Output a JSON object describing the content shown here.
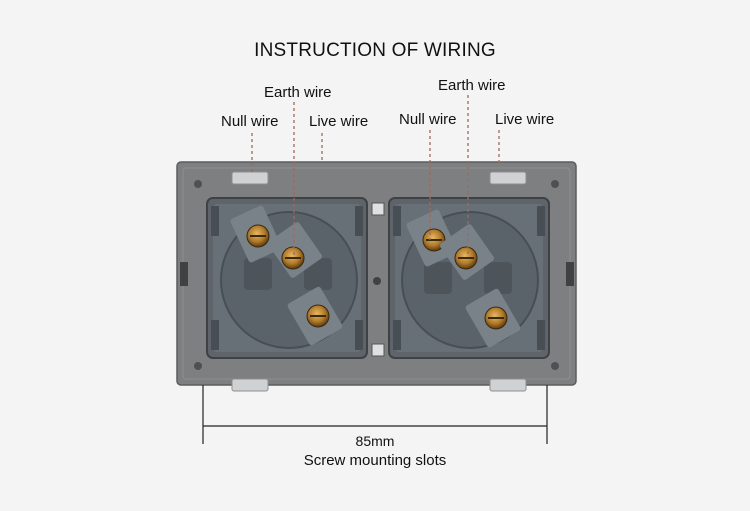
{
  "title": "INSTRUCTION OF WIRING",
  "labels": {
    "left": {
      "earth": "Earth wire",
      "null": "Null wire",
      "live": "Live wire"
    },
    "right": {
      "earth": "Earth wire",
      "null": "Null wire",
      "live": "Live wire"
    }
  },
  "dimension": {
    "value": "85mm",
    "caption": "Screw mounting slots"
  },
  "colors": {
    "background": "#f4f4f4",
    "plate": "#7d7f80",
    "socket": "#5e6469",
    "leader": "#a06a5a",
    "screw": "#b07a2a"
  }
}
